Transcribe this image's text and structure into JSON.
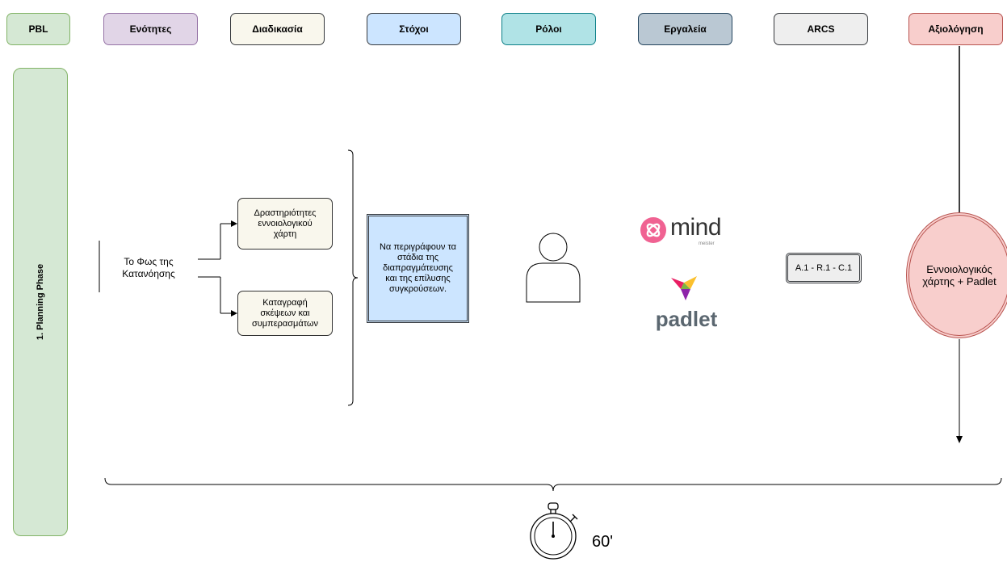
{
  "headers": {
    "pbl": "PBL",
    "enotites": "Ενότητες",
    "diadikasia": "Διαδικασία",
    "stoxoi": "Στόχοι",
    "roloi": "Ρόλοι",
    "ergaleia": "Εργαλεία",
    "arcs": "ARCS",
    "axiologisi": "Αξιολόγηση"
  },
  "colors": {
    "pbl": "#d5e8d4",
    "enotites": "#e1d5e7",
    "diadikasia": "#f9f7ed",
    "stoxoi": "#cce5ff",
    "roloi": "#b0e3e6",
    "ergaleia": "#bac8d3",
    "arcs": "#eeeeee",
    "axiologisi": "#f8cecc"
  },
  "phase": {
    "label": "1. Planning Phase"
  },
  "topic": {
    "line1": "Το Φως της",
    "line2": "Κατανόησης"
  },
  "process": {
    "step1": [
      "Δραστηριότητες",
      "εννοιολογικού",
      "χάρτη"
    ],
    "step2": [
      "Καταγραφή",
      "σκέψεων και",
      "συμπερασμάτων"
    ]
  },
  "goal": [
    "Να περιγράφουν τα",
    "στάδια της",
    "διαπραγμάτευσης",
    "και της επίλυσης",
    "συγκρούσεων."
  ],
  "tools": {
    "mind": "mind",
    "meister": "meister",
    "padlet": "padlet"
  },
  "arcs_value": "A.1 - R.1 - C.1",
  "assessment": [
    "Εννοιολογικός",
    "χάρτης + Padlet"
  ],
  "duration": "60'"
}
